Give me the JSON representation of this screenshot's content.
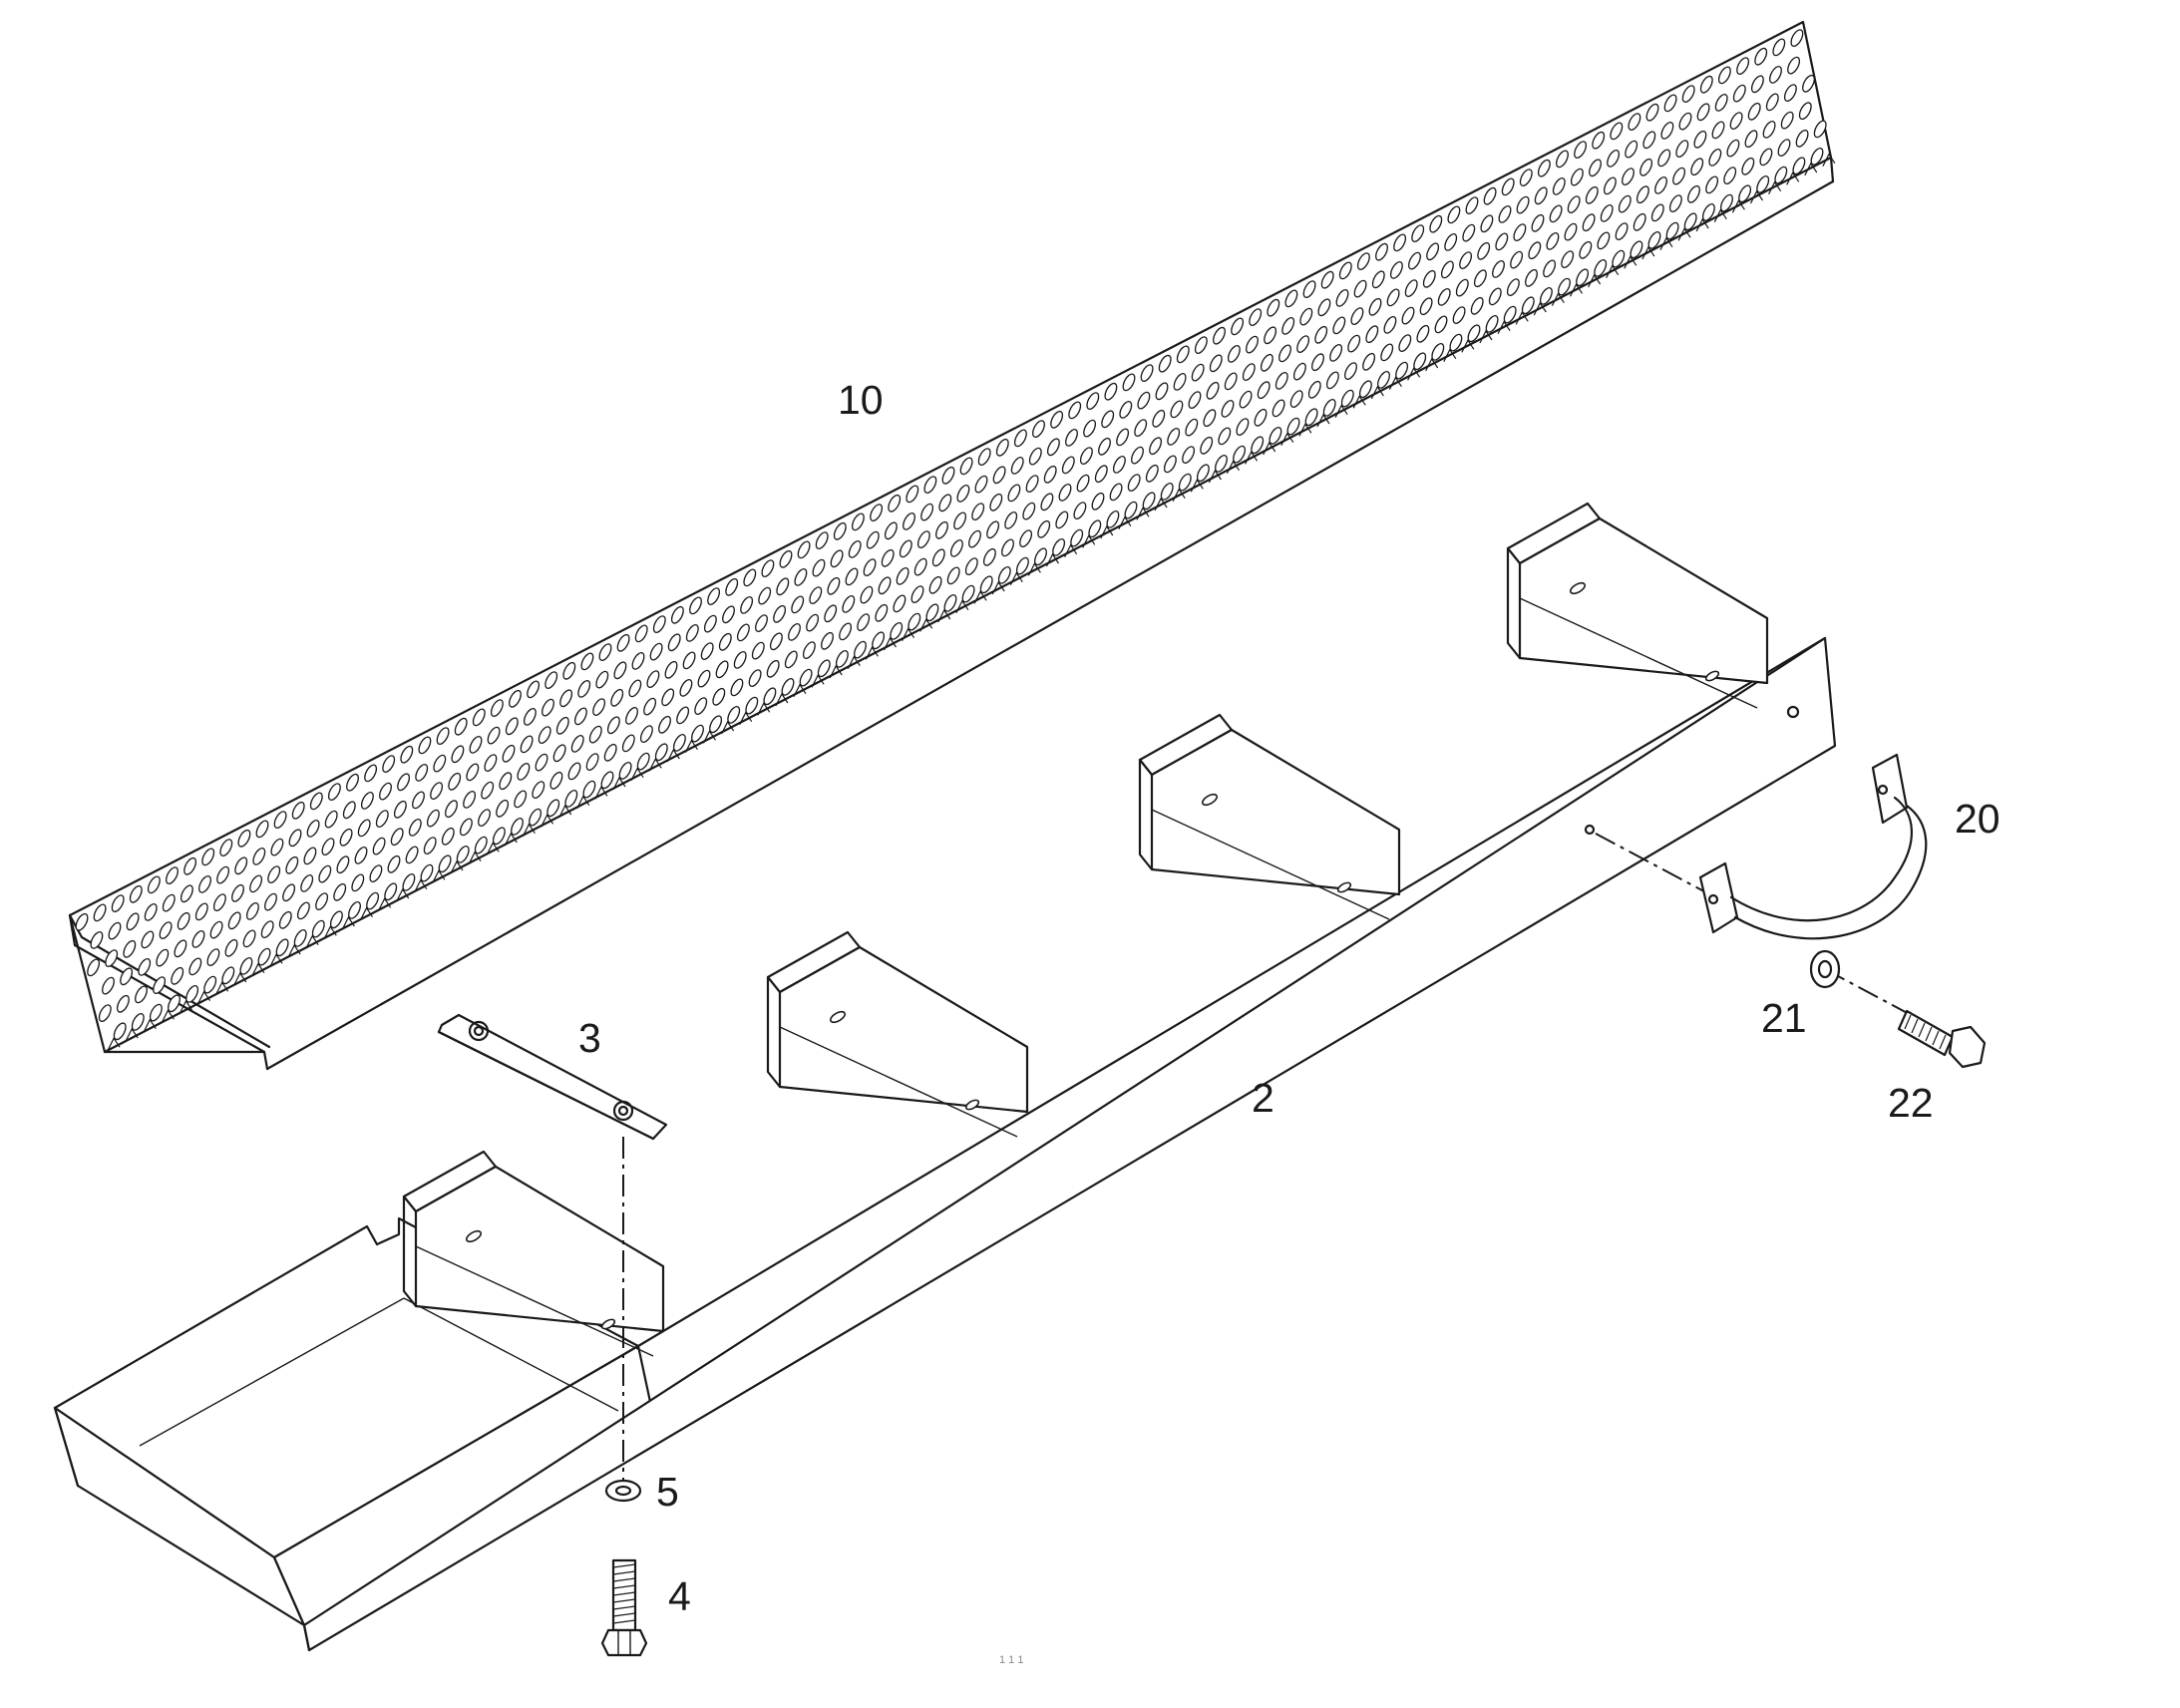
{
  "diagram": {
    "callouts": {
      "tread": "10",
      "bracket_plate": "3",
      "step_frame": "2",
      "handle": "20",
      "washer_handle": "21",
      "bolt_handle": "22",
      "washer_plate": "5",
      "bolt_plate": "4"
    },
    "footer_mark": "1 1 1"
  },
  "colors": {
    "line": "#1a1a1a",
    "background": "#ffffff"
  }
}
